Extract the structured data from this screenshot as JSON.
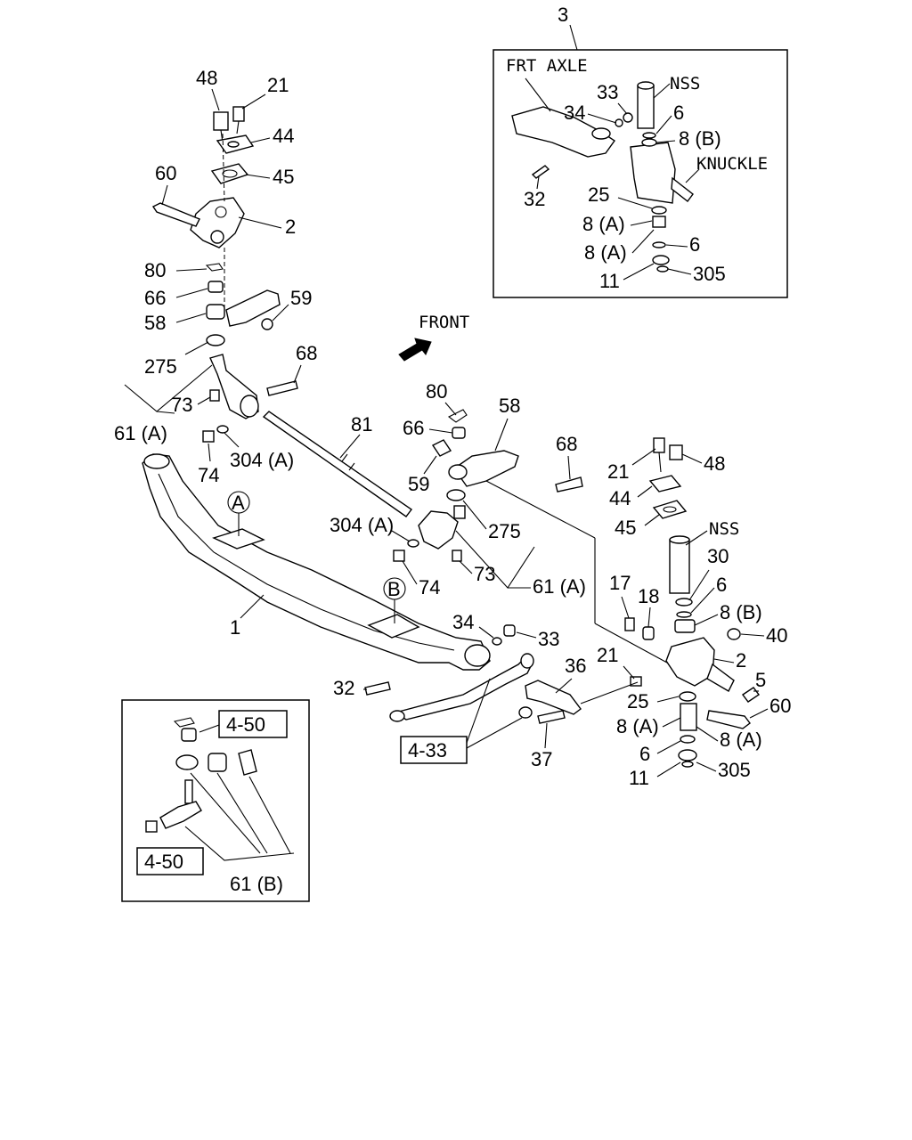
{
  "inset_top_right": {
    "number": "3",
    "frt_axle": "FRT AXLE",
    "nss": "NSS",
    "knuckle": "KNUCKLE",
    "labels": [
      "33",
      "34",
      "6",
      "8 (B)",
      "32",
      "25",
      "8 (A)",
      "8 (A)",
      "6",
      "11",
      "305"
    ]
  },
  "front": "FRONT",
  "circle_a": "A",
  "circle_b": "B",
  "left_assembly": {
    "labels": [
      "48",
      "21",
      "44",
      "45",
      "60",
      "2",
      "80",
      "66",
      "59",
      "58",
      "275",
      "68",
      "73",
      "61 (A)",
      "74",
      "304 (A)"
    ]
  },
  "center": {
    "labels": [
      "81",
      "80",
      "58",
      "66",
      "68",
      "59",
      "275",
      "304 (A)",
      "74",
      "73",
      "61 (A)",
      "1"
    ]
  },
  "right_assembly": {
    "labels": [
      "21",
      "48",
      "44",
      "45",
      "NSS",
      "30",
      "6",
      "17",
      "18",
      "8 (B)",
      "40",
      "2",
      "21",
      "5",
      "25",
      "60",
      "8 (A)",
      "8 (A)",
      "6",
      "11",
      "305"
    ]
  },
  "lower": {
    "labels": [
      "34",
      "33",
      "32",
      "36",
      "37"
    ],
    "ref_4_33": "4-33"
  },
  "inset_bottom_left": {
    "ref_top": "4-50",
    "ref_bottom": "4-50",
    "label": "61 (B)"
  }
}
